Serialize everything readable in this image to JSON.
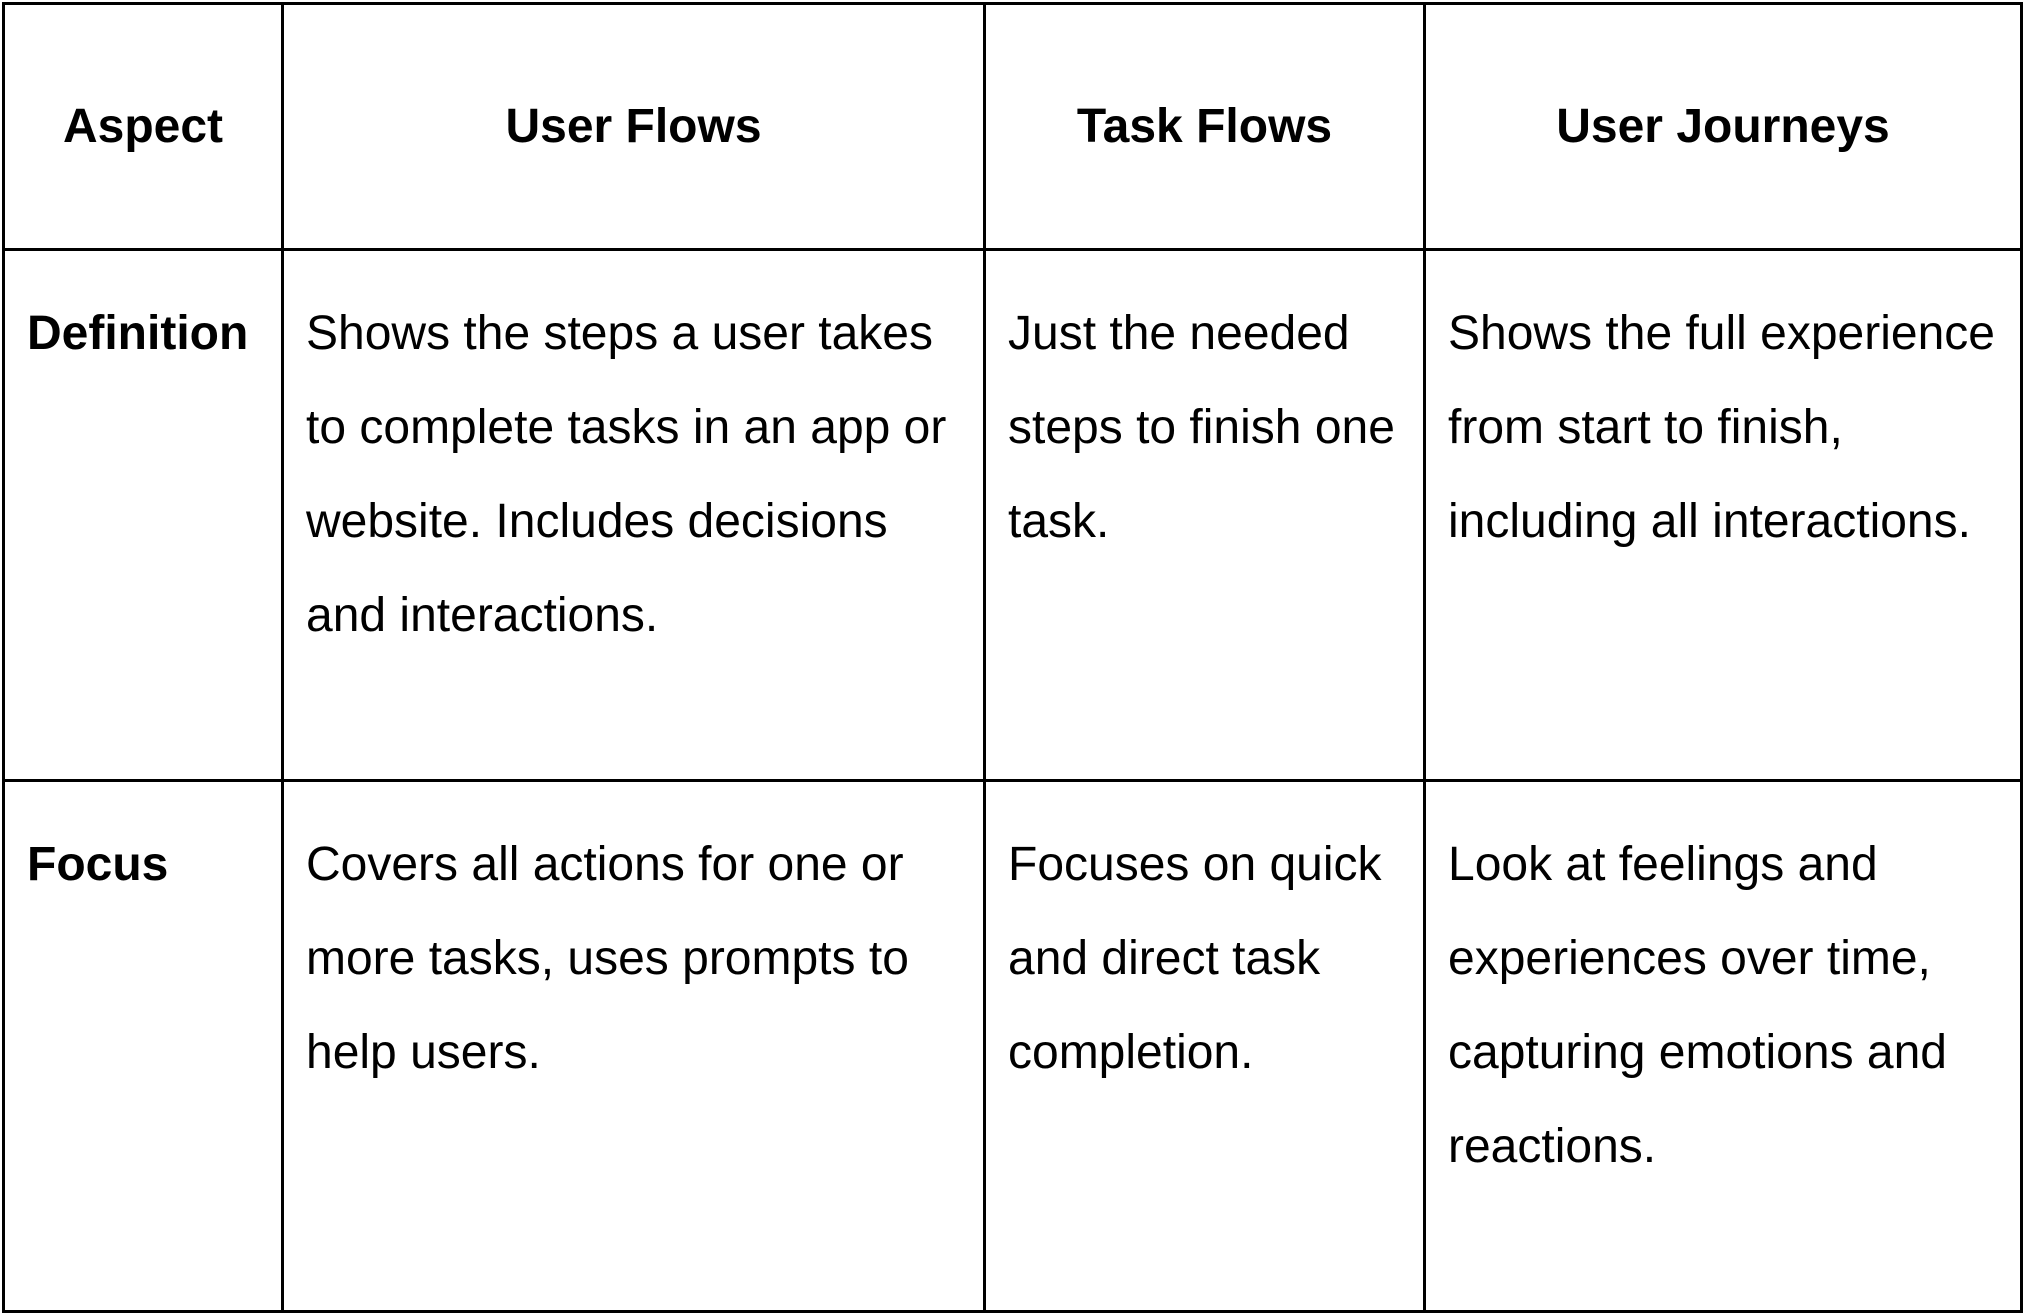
{
  "table": {
    "headers": [
      "Aspect",
      "User Flows",
      "Task Flows",
      "User Journeys"
    ],
    "rows": [
      {
        "aspect": "Definition",
        "user_flows": "Shows the steps a user takes to complete tasks in an app or website. Includes decisions and interactions.",
        "task_flows": "Just the needed steps to finish one task.",
        "user_journeys": "Shows the full experience from start to finish, including all interactions."
      },
      {
        "aspect": "Focus",
        "user_flows": "Covers all actions for one or more tasks, uses prompts to help users.",
        "task_flows": "Focuses on quick and direct task completion.",
        "user_journeys": "Look at feelings and experiences over time, capturing emotions and reactions."
      }
    ]
  }
}
